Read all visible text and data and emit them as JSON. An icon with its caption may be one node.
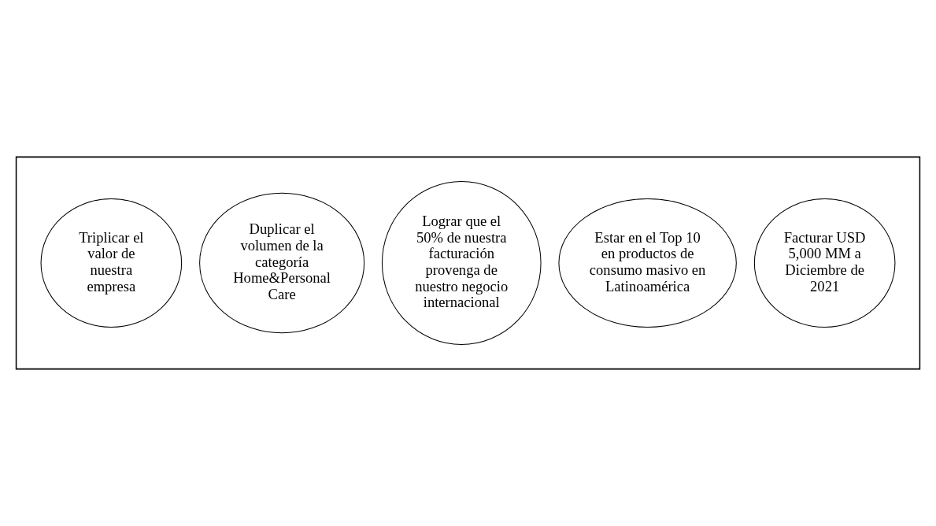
{
  "diagram": {
    "nodes": [
      {
        "text": [],
        "shape": "box"
      },
      {
        "text": [
          "Triplicar el valor de nuestra empresa"
        ],
        "in": 0
      },
      {
        "text": [
          "Duplicar el volumen de la categoría Home&Personal Care"
        ],
        "in": 0
      },
      {
        "text": [
          "Lograr que el 50% de nuestra facturación provenga de nuestro negocio internacional"
        ],
        "in": 0
      },
      {
        "text": [
          "Estar en el Top 10 en productos de consumo masivo en Latinoamérica"
        ],
        "in": 0
      },
      {
        "text": [
          "Facturar USD 5,000 MM a Diciembre de 2021"
        ],
        "in": 0
      }
    ],
    "edges": []
  }
}
